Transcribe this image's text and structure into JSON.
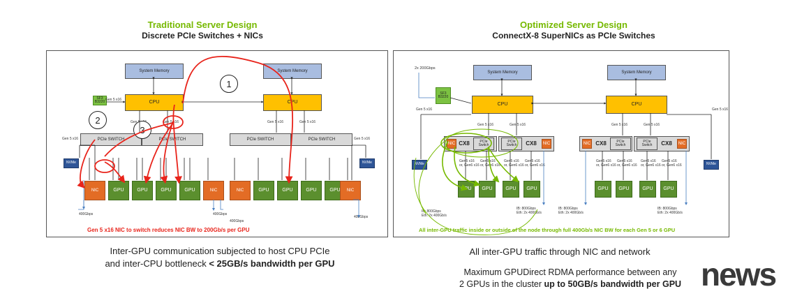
{
  "left": {
    "title": "Traditional Server Design",
    "subtitle": "Discrete PCIe Switches + NICs",
    "system_memory": "System Memory",
    "cpu": "CPU",
    "sf3": "SF3\nB3220",
    "pcie_switch": "PCIe SWITCH",
    "nvme": "NVMe",
    "gpu": "GPU",
    "nic": "NIC",
    "gen5_x16": "Gen 5 x16",
    "bw_400": "400Gbps",
    "step1": "1",
    "step2": "2",
    "step3": "3",
    "note": "Gen 5 x16 NIC to switch reduces NIC BW to 200Gb/s per GPU",
    "caption_line1": "Inter-GPU communication subjected to host CPU PCIe",
    "caption_line2_pre": "and inter-CPU bottleneck ",
    "caption_line2_bold": "< 25GB/s bandwidth per GPU"
  },
  "right": {
    "title": "Optimized Server Design",
    "subtitle": "ConnectX-8 SuperNICs as PCIe Switches",
    "system_memory": "System Memory",
    "cpu": "CPU",
    "sf3": "SF3\nB3220",
    "bw_2x200": "2x 200Gbps",
    "cx8": "CX8",
    "pcie_switch": "PCIe\nSwitch",
    "nic": "NIC",
    "nvme": "NVMe",
    "gpu": "GPU",
    "gen5_x16": "Gen 5 x16",
    "gpu_link": "Gen5 x16\nor, Gen6 x16",
    "ib_label": "IB: 800Gbps\nEth: 2x 400Gb/s",
    "note": "All inter-GPU traffic inside or outside of the node through full 400Gb/s NIC BW for each Gen 5 or 6 GPU",
    "caption1": "All inter-GPU traffic through NIC and network",
    "caption2_line1": "Maximum GPUDirect RDMA performance between any",
    "caption2_line2_pre": "2 GPUs in the cluster ",
    "caption2_line2_bold": "up to 50GB/s bandwidth per GPU"
  },
  "watermark": "news",
  "colors": {
    "nvidia_green": "#76b900",
    "cpu": "#ffc000",
    "system_memory": "#a9bde0",
    "gpu": "#5b8f2e",
    "nic": "#e36c25",
    "nvme": "#2e5597",
    "pcie_switch": "#d9d9d9",
    "path_red": "#e8241b",
    "path_green": "#76b900"
  }
}
